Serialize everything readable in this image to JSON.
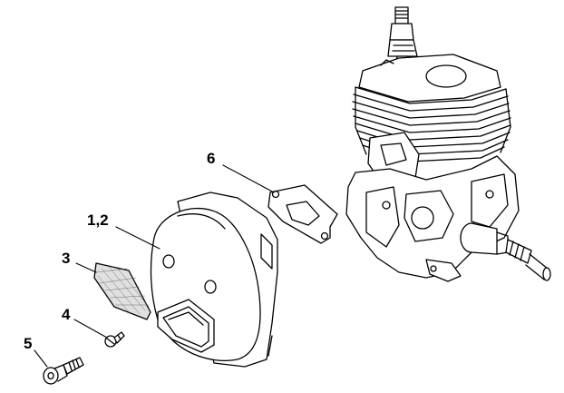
{
  "diagram": {
    "callouts": [
      {
        "id": "6",
        "label": "6"
      },
      {
        "id": "12",
        "label": "1,2"
      },
      {
        "id": "3",
        "label": "3"
      },
      {
        "id": "4",
        "label": "4"
      },
      {
        "id": "5",
        "label": "5"
      }
    ],
    "colors": {
      "line": "#000000",
      "fill": "#ffffff",
      "shade": "#d8d8d8"
    }
  }
}
